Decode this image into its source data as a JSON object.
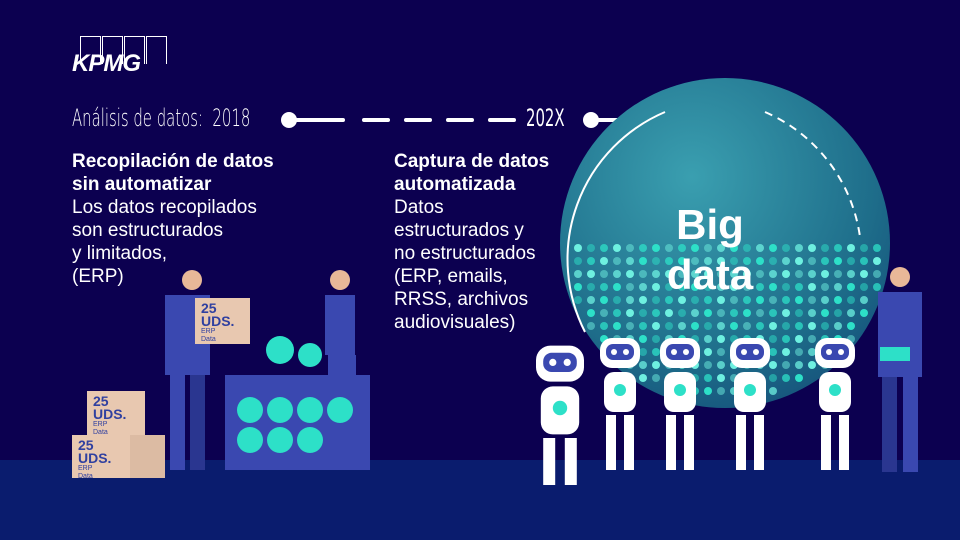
{
  "logo": "KPMG",
  "timeline": {
    "label": "Análisis de datos:",
    "start": "2018",
    "end": "202X"
  },
  "left_block": {
    "title1": "Recopilación de datos",
    "title2": "sin automatizar",
    "lines": [
      "Los datos recopilados",
      "son estructurados",
      "y limitados,",
      "(ERP)"
    ]
  },
  "right_block": {
    "title1": "Captura de datos",
    "title2": "automatizada",
    "lines": [
      "Datos",
      "estructurados y",
      "no estructurados",
      "(ERP, emails,",
      "RRSS, archivos",
      "audiovisuales)"
    ]
  },
  "globe": {
    "line1": "Big",
    "line2": "data"
  },
  "box": {
    "qty": "25",
    "unit": "UDS.",
    "l1": "ERP",
    "l2": "Data"
  },
  "colors": {
    "bg": "#0c0050",
    "floor": "#0a1c6e",
    "accent": "#2de0c8",
    "suit": "#3a48b0"
  }
}
